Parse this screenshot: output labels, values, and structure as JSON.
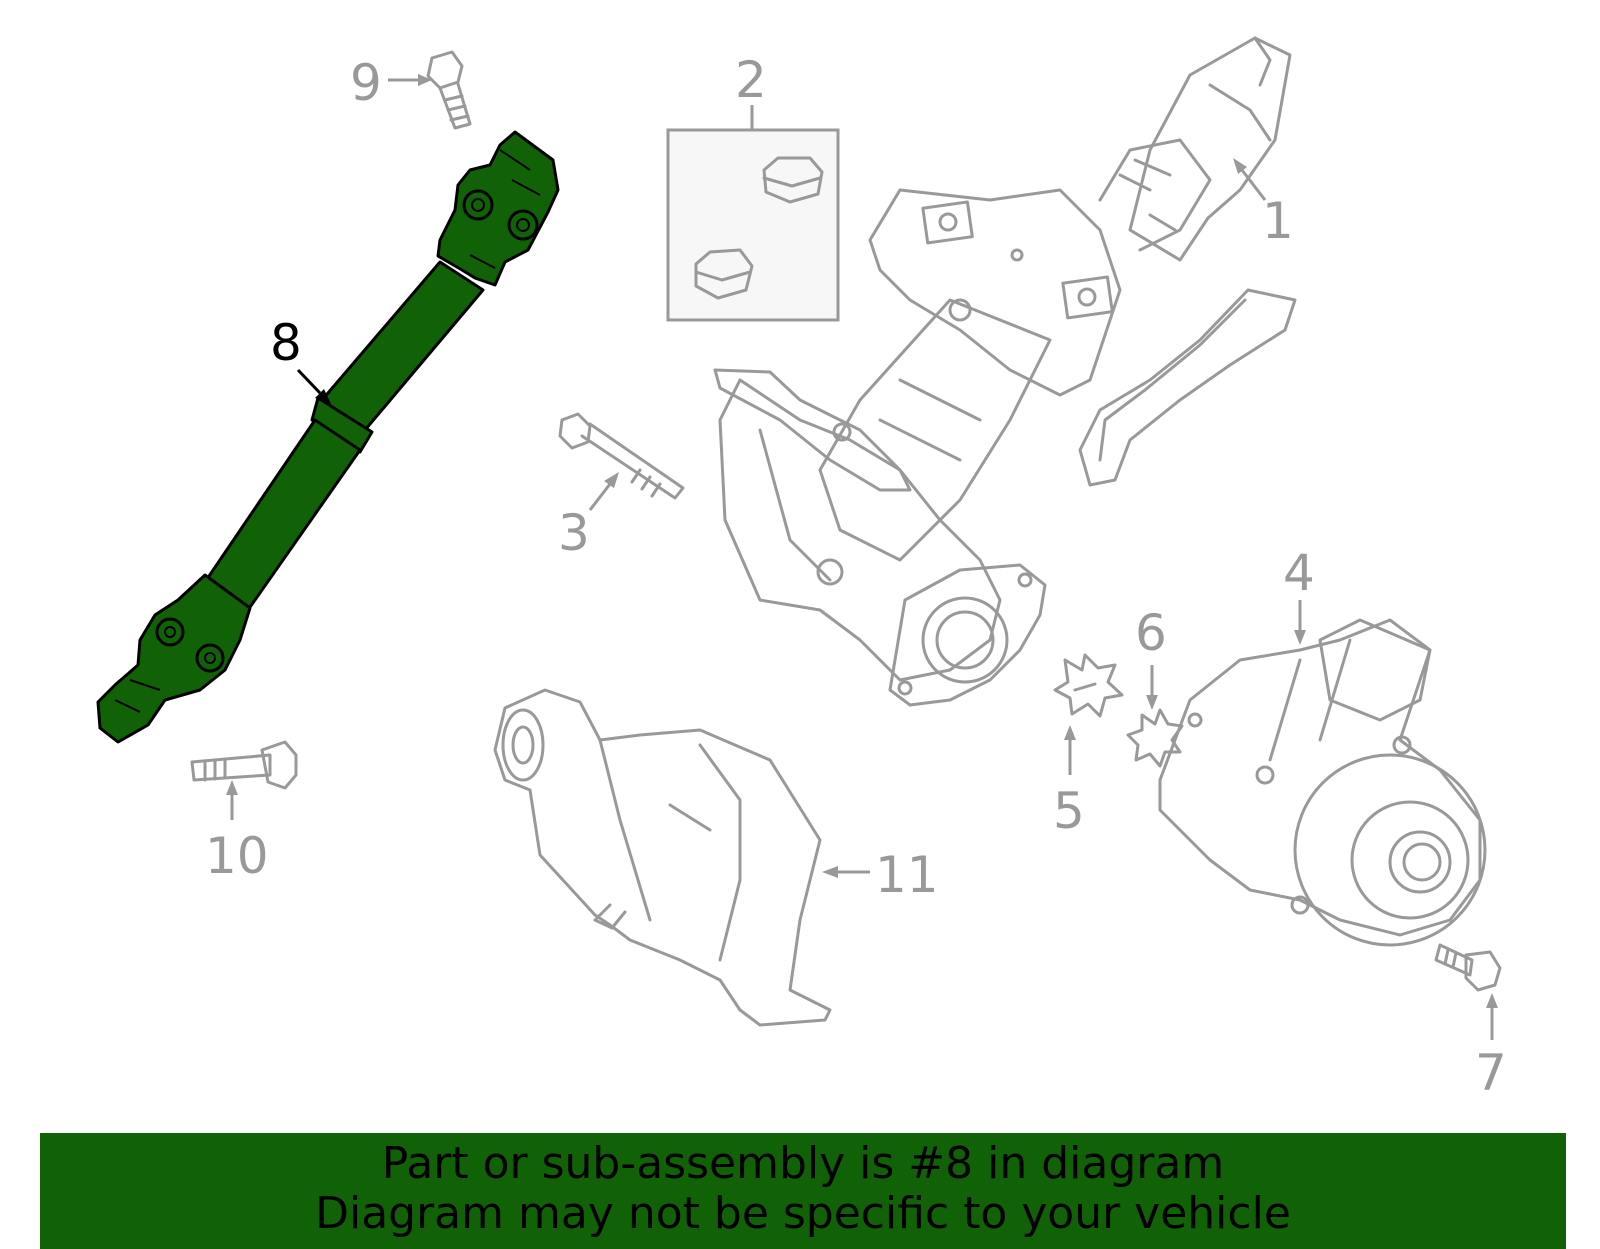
{
  "colors": {
    "highlight": "#116207",
    "part_stroke": "#999999",
    "banner_bg": "#116207",
    "banner_text": "#000000"
  },
  "highlighted_part": "8",
  "callouts": {
    "c1": "1",
    "c2": "2",
    "c3": "3",
    "c4": "4",
    "c5": "5",
    "c6": "6",
    "c7": "7",
    "c8": "8",
    "c9": "9",
    "c10": "10",
    "c11": "11"
  },
  "banner": {
    "line1": "Part or sub-assembly is #8 in diagram",
    "line2": "Diagram may not be specific to your vehicle"
  }
}
